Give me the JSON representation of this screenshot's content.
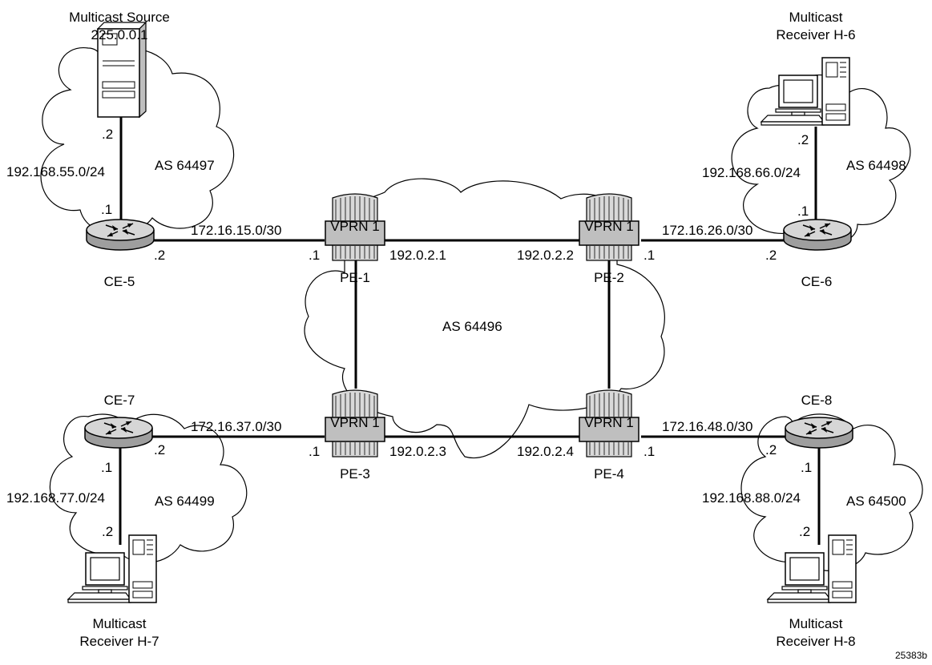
{
  "ce5": {
    "name": "CE-5",
    "lan_side": ".1",
    "wan_side": ".2"
  },
  "ce6": {
    "name": "CE-6",
    "lan_side": ".1",
    "wan_side": ".2"
  },
  "ce7": {
    "name": "CE-7",
    "lan_side": ".1",
    "wan_side": ".2"
  },
  "ce8": {
    "name": "CE-8",
    "lan_side": ".1",
    "wan_side": ".2"
  },
  "pe1": {
    "name": "PE-1",
    "vprn": "VPRN 1",
    "system": "192.0.2.1",
    "if": ".1"
  },
  "pe2": {
    "name": "PE-2",
    "vprn": "VPRN 1",
    "system": "192.0.2.2",
    "if": ".1"
  },
  "pe3": {
    "name": "PE-3",
    "vprn": "VPRN 1",
    "system": "192.0.2.3",
    "if": ".1"
  },
  "pe4": {
    "name": "PE-4",
    "vprn": "VPRN 1",
    "system": "192.0.2.4",
    "if": ".1"
  },
  "source": {
    "line1": "Multicast Source",
    "line2": "225.0.0.1",
    "ip": ".2",
    "subnet": "192.168.55.0/24",
    "as": "AS 64497"
  },
  "h6": {
    "line1": "Multicast",
    "line2": "Receiver H-6",
    "ip": ".2",
    "subnet": "192.168.66.0/24",
    "as": "AS 64498"
  },
  "h7": {
    "line1": "Multicast",
    "line2": "Receiver H-7",
    "ip": ".2",
    "subnet": "192.168.77.0/24",
    "as": "AS 64499"
  },
  "h8": {
    "line1": "Multicast",
    "line2": "Receiver H-8",
    "ip": ".2",
    "subnet": "192.168.88.0/24",
    "as": "AS 64500"
  },
  "links": {
    "ce5_pe1": "172.16.15.0/30",
    "ce6_pe2": "172.16.26.0/30",
    "ce7_pe3": "172.16.37.0/30",
    "ce8_pe4": "172.16.48.0/30"
  },
  "core": {
    "as": "AS 64496"
  },
  "figure_id": "25383b"
}
